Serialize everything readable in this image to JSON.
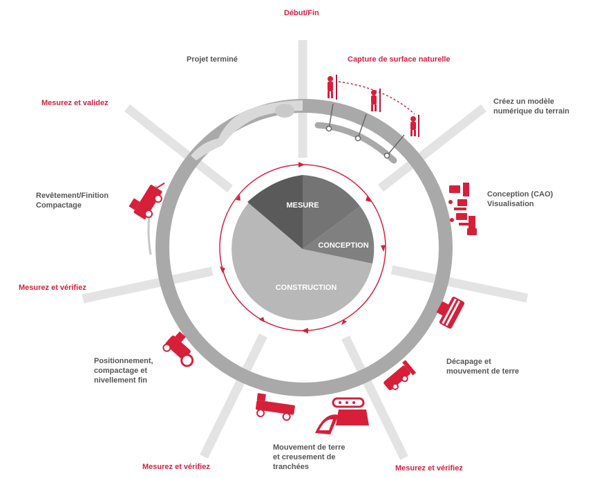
{
  "colors": {
    "ring": "#a9a9a9",
    "spoke": "#e3e3e3",
    "accent": "#d71f3a",
    "text_gray": "#555555",
    "mesure": "#5a5a5a",
    "mesure_light": "#747474",
    "conception": "#808080",
    "construction": "#b8b8b8"
  },
  "center": {
    "mesure": "MESURE",
    "conception": "CONCEPTION",
    "construction": "CONSTRUCTION"
  },
  "labels": {
    "debut_fin": "Début/Fin",
    "capture": "Capture de surface naturelle",
    "modele": [
      "Créez un modèle",
      "numérique du terrain"
    ],
    "conception_cao": [
      "Conception (CAO)",
      "Visualisation"
    ],
    "decapage": [
      "Décapage et",
      "mouvement de terre"
    ],
    "mesurez_verifiez_br": "Mesurez et vérifiez",
    "mouvement": [
      "Mouvement de terre",
      "et creusement de",
      "tranchées"
    ],
    "mesurez_verifiez_bl": "Mesurez et vérifiez",
    "positionnement": [
      "Positionnement,",
      "compactage et",
      "nivellement fin"
    ],
    "mesurez_verifiez_l": "Mesurez et vérifiez",
    "revetement": [
      "Revêtement/Finition",
      "Compactage"
    ],
    "mesurez_validez": "Mesurez et validez",
    "projet_termine": "Projet terminé"
  },
  "icons": [
    "surveyor-icon",
    "terrain-model-icon",
    "cad-workstation-icon",
    "excavator-icon",
    "dozer-icon",
    "trencher-icon",
    "grader-icon",
    "roller-icon",
    "paver-icon",
    "landscape-icon"
  ]
}
